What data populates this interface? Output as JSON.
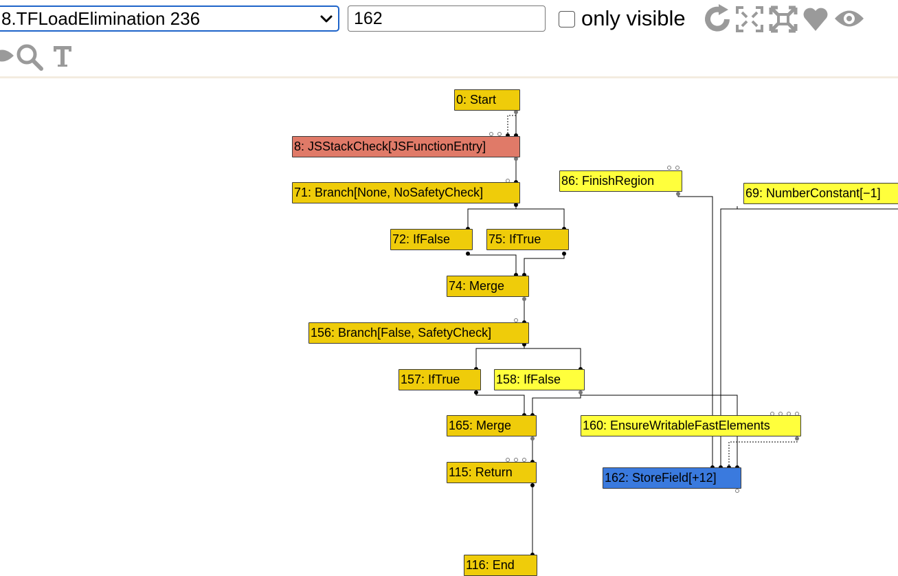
{
  "toolbar": {
    "phase_select_value": "8.TFLoadElimination 236",
    "search_value": "162",
    "only_visible_label": "only visible",
    "icons": [
      "refresh-icon",
      "layout-icon",
      "expand-all-icon",
      "heart-icon",
      "eye-icon",
      "eye-hide-icon",
      "search-icon",
      "text-icon"
    ]
  },
  "colors": {
    "control_node": "#efcc0a",
    "effect_node": "#ffff3c",
    "selected_node": "#3a7ade",
    "check_node": "#e07a68",
    "icon_gray": "#9a9a9a"
  },
  "graph": {
    "nodes": [
      {
        "id": "0",
        "label": "0: Start",
        "style": "yellow"
      },
      {
        "id": "8",
        "label": "8: JSStackCheck[JSFunctionEntry]",
        "style": "red"
      },
      {
        "id": "86",
        "label": "86: FinishRegion",
        "style": "lightyellow"
      },
      {
        "id": "69",
        "label": "69: NumberConstant[−1]",
        "style": "lightyellow"
      },
      {
        "id": "71",
        "label": "71: Branch[None, NoSafetyCheck]",
        "style": "yellow"
      },
      {
        "id": "72",
        "label": "72: IfFalse",
        "style": "yellow"
      },
      {
        "id": "75",
        "label": "75: IfTrue",
        "style": "yellow"
      },
      {
        "id": "74",
        "label": "74: Merge",
        "style": "yellow"
      },
      {
        "id": "156",
        "label": "156: Branch[False, SafetyCheck]",
        "style": "yellow"
      },
      {
        "id": "157",
        "label": "157: IfTrue",
        "style": "yellow"
      },
      {
        "id": "158",
        "label": "158: IfFalse",
        "style": "lightyellow"
      },
      {
        "id": "165",
        "label": "165: Merge",
        "style": "yellow"
      },
      {
        "id": "160",
        "label": "160: EnsureWritableFastElements",
        "style": "lightyellow"
      },
      {
        "id": "115",
        "label": "115: Return",
        "style": "yellow"
      },
      {
        "id": "162",
        "label": "162: StoreField[+12]",
        "style": "blue"
      },
      {
        "id": "116",
        "label": "116: End",
        "style": "yellow"
      }
    ]
  }
}
